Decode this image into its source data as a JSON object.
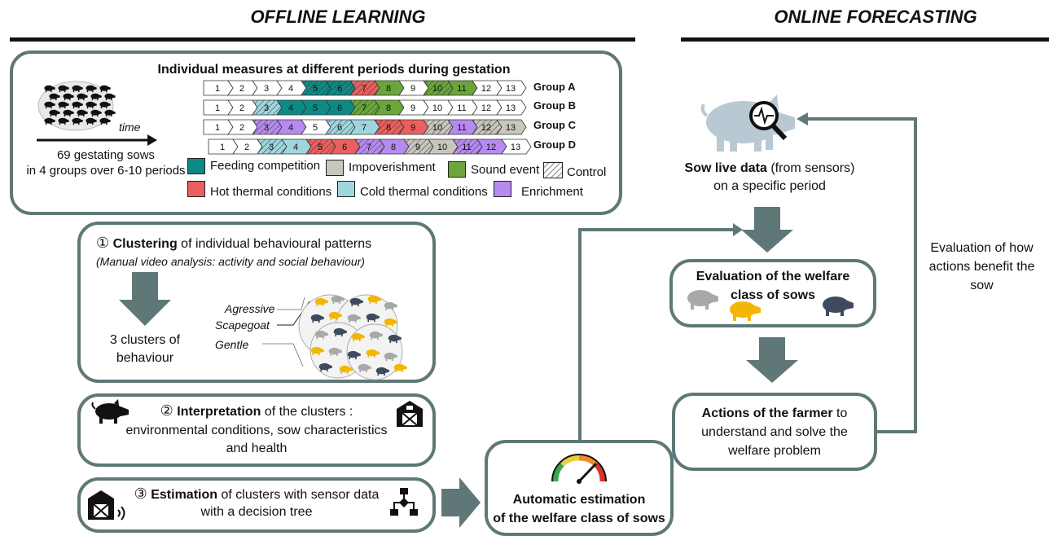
{
  "headers": {
    "offline": "OFFLINE LEARNING",
    "online": "ONLINE FORECASTING"
  },
  "measures": {
    "title": "Individual measures at different periods during gestation",
    "time_label": "time",
    "sows_line1": "69 gestating sows",
    "sows_line2": "in 4 groups over 6-10 periods",
    "groups": [
      {
        "label": "Group A",
        "cells": [
          "w",
          "w",
          "w",
          "w",
          "FC",
          "FC",
          "HC",
          "S",
          "w",
          "SH",
          "S",
          "w",
          "w"
        ]
      },
      {
        "label": "Group B",
        "cells": [
          "w",
          "w",
          "CH",
          "F",
          "F",
          "F",
          "SH",
          "S",
          "w",
          "w",
          "w",
          "w",
          "w"
        ]
      },
      {
        "label": "Group C",
        "cells": [
          "w",
          "w",
          "EH",
          "E",
          "w",
          "CH",
          "C",
          "HH",
          "H",
          "IH",
          "E",
          "IH",
          "I"
        ]
      },
      {
        "label": "Group D",
        "cells": [
          "w",
          "w",
          "CH",
          "C",
          "HH",
          "H",
          "EH",
          "E",
          "IH",
          "I",
          "EH",
          "E",
          "w"
        ]
      }
    ]
  },
  "legend": {
    "feeding": "Feeding competition",
    "impoverishment": "Impoverishment",
    "sound": "Sound event",
    "control": "Control",
    "hot": "Hot thermal conditions",
    "cold": "Cold thermal conditions",
    "enrichment": "Enrichment"
  },
  "colors": {
    "feeding": "#0e8a86",
    "impoverishment": "#c9c6bd",
    "sound": "#6aa63a",
    "hot": "#e9605e",
    "cold": "#9fd6de",
    "enrichment": "#b68af0",
    "box_border": "#5f7877",
    "arrow": "#5f7877",
    "sow_yellow": "#f2b705",
    "sow_grey": "#a8a8a8",
    "sow_navy": "#3e4a5f"
  },
  "step1": {
    "num": "①",
    "bold": "Clustering",
    "rest": " of individual behavioural patterns",
    "note": "(Manual video analysis: activity and social behaviour)",
    "result_line1": "3 clusters of",
    "result_line2": "behaviour",
    "labels": [
      "Agressive",
      "Scapegoat",
      "Gentle"
    ]
  },
  "step2": {
    "num": "②",
    "bold": "Interpretation",
    "rest": " of the clusters :",
    "line2": "environmental conditions, sow characteristics",
    "line3": "and health"
  },
  "step3": {
    "num": "③",
    "bold": "Estimation",
    "rest": " of clusters with sensor data",
    "line2": "with a decision tree"
  },
  "auto": {
    "line1": "Automatic estimation",
    "line2": "of the welfare class of sows"
  },
  "online": {
    "live_bold": "Sow live data",
    "live_rest": " (from sensors)",
    "live_line2": "on a specific period",
    "eval_line1": "Evaluation of the welfare",
    "eval_line2": "class of sows",
    "actions_bold": "Actions of the farmer",
    "actions_rest": " to",
    "actions_line2": "understand and solve the",
    "actions_line3": "welfare problem",
    "feedback_line1": "Evaluation of how",
    "feedback_line2": "actions benefit the",
    "feedback_line3": "sow"
  }
}
